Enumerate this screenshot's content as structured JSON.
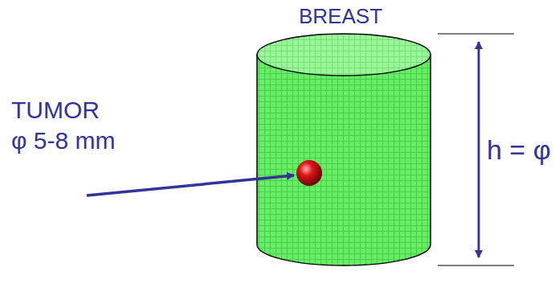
{
  "diagram": {
    "labels": [
      "BREAST",
      "TUMOR",
      "φ 5-8 mm",
      "h = φ"
    ]
  }
}
